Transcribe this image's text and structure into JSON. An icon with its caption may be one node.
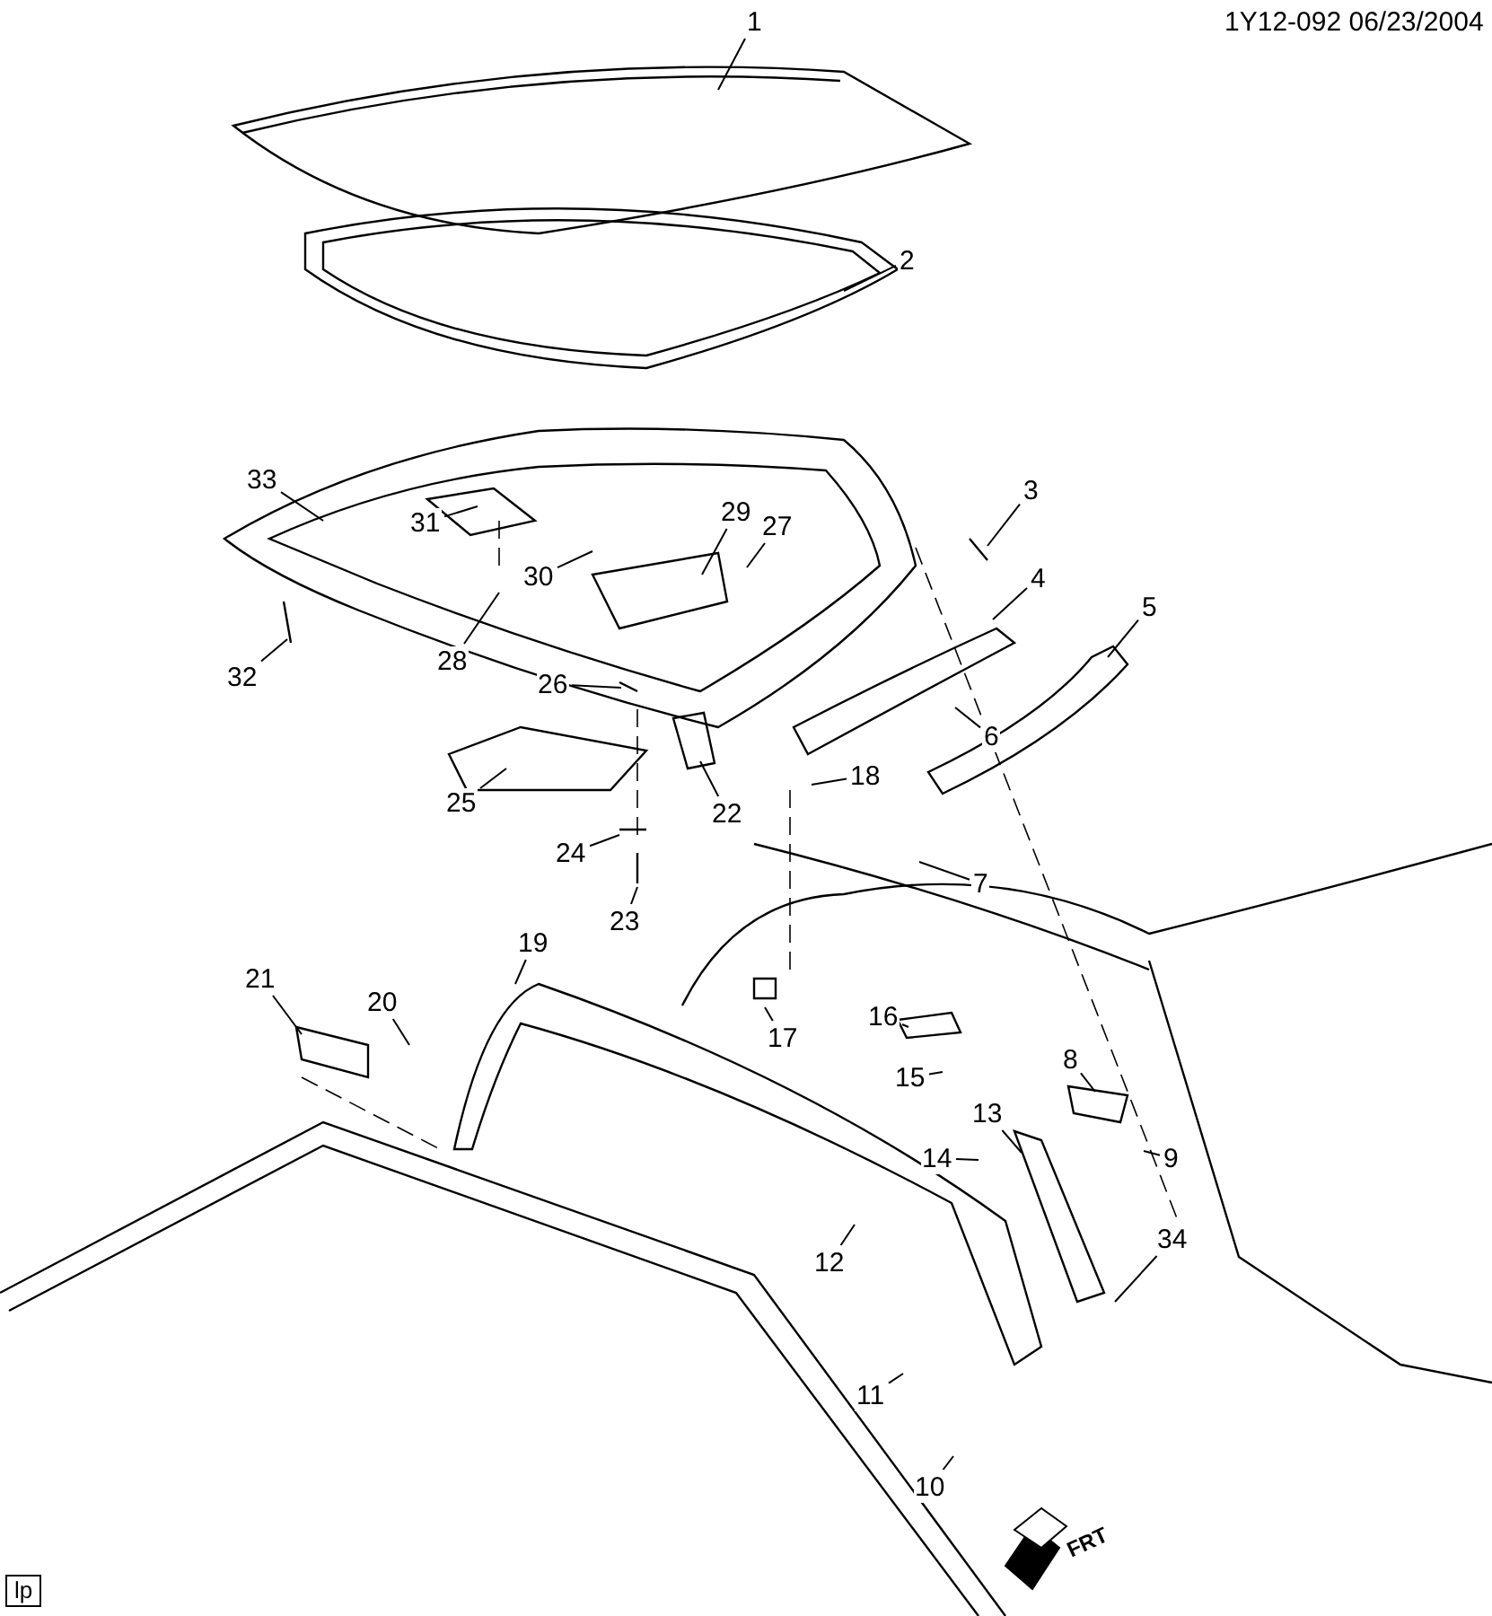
{
  "diagram": {
    "nodes": [
      {
        "text": [
          "1"
        ]
      },
      {
        "text": [
          "2"
        ]
      },
      {
        "text": [
          "3"
        ]
      },
      {
        "text": [
          "4"
        ]
      },
      {
        "text": [
          "5"
        ]
      },
      {
        "text": [
          "6"
        ]
      },
      {
        "text": [
          "7"
        ]
      },
      {
        "text": [
          "8"
        ]
      },
      {
        "text": [
          "9"
        ]
      },
      {
        "text": [
          "10"
        ]
      },
      {
        "text": [
          "11"
        ]
      },
      {
        "text": [
          "12"
        ]
      },
      {
        "text": [
          "13"
        ]
      },
      {
        "text": [
          "14"
        ]
      },
      {
        "text": [
          "15"
        ]
      },
      {
        "text": [
          "16"
        ]
      },
      {
        "text": [
          "17"
        ]
      },
      {
        "text": [
          "18"
        ]
      },
      {
        "text": [
          "19"
        ]
      },
      {
        "text": [
          "20"
        ]
      },
      {
        "text": [
          "21"
        ]
      },
      {
        "text": [
          "22"
        ]
      },
      {
        "text": [
          "23"
        ]
      },
      {
        "text": [
          "24"
        ]
      },
      {
        "text": [
          "25"
        ]
      },
      {
        "text": [
          "26"
        ]
      },
      {
        "text": [
          "27"
        ]
      },
      {
        "text": [
          "28"
        ]
      },
      {
        "text": [
          "29"
        ]
      },
      {
        "text": [
          "30"
        ]
      },
      {
        "text": [
          "31"
        ]
      },
      {
        "text": [
          "32"
        ]
      },
      {
        "text": [
          "33"
        ]
      },
      {
        "text": [
          "34"
        ]
      }
    ],
    "edges": [
      {
        "from": 0,
        "to": null,
        "arrow": "none"
      },
      {
        "from": 1,
        "to": null,
        "arrow": "none"
      },
      {
        "from": 2,
        "to": null,
        "arrow": "none"
      },
      {
        "from": 3,
        "to": null,
        "arrow": "none"
      },
      {
        "from": 4,
        "to": null,
        "arrow": "none"
      },
      {
        "from": 5,
        "to": null,
        "arrow": "none"
      },
      {
        "from": 6,
        "to": null,
        "arrow": "none"
      },
      {
        "from": 7,
        "to": null,
        "arrow": "none"
      },
      {
        "from": 8,
        "to": null,
        "arrow": "none"
      },
      {
        "from": 9,
        "to": null,
        "arrow": "none"
      },
      {
        "from": 10,
        "to": null,
        "arrow": "none"
      },
      {
        "from": 11,
        "to": null,
        "arrow": "none"
      },
      {
        "from": 12,
        "to": null,
        "arrow": "none"
      },
      {
        "from": 13,
        "to": null,
        "arrow": "none"
      },
      {
        "from": 14,
        "to": null,
        "arrow": "none"
      },
      {
        "from": 15,
        "to": null,
        "arrow": "none"
      },
      {
        "from": 16,
        "to": null,
        "arrow": "none"
      },
      {
        "from": 17,
        "to": null,
        "arrow": "none"
      },
      {
        "from": 18,
        "to": null,
        "arrow": "none"
      },
      {
        "from": 19,
        "to": null,
        "arrow": "none"
      },
      {
        "from": 20,
        "to": null,
        "arrow": "none"
      },
      {
        "from": 21,
        "to": null,
        "arrow": "none"
      },
      {
        "from": 22,
        "to": null,
        "arrow": "none"
      },
      {
        "from": 23,
        "to": null,
        "arrow": "none"
      },
      {
        "from": 24,
        "to": null,
        "arrow": "none"
      },
      {
        "from": 25,
        "to": null,
        "arrow": "none"
      },
      {
        "from": 26,
        "to": null,
        "arrow": "none"
      },
      {
        "from": 27,
        "to": null,
        "arrow": "none"
      },
      {
        "from": 28,
        "to": null,
        "arrow": "none"
      },
      {
        "from": 29,
        "to": null,
        "arrow": "none"
      },
      {
        "from": 30,
        "to": null,
        "arrow": "none"
      },
      {
        "from": 31,
        "to": null,
        "arrow": "none"
      },
      {
        "from": 32,
        "to": null,
        "arrow": "none"
      },
      {
        "from": 33,
        "to": null,
        "arrow": "none"
      }
    ],
    "labels": [
      "1Y12-092  06/23/2004",
      "lp",
      "FRT"
    ]
  }
}
